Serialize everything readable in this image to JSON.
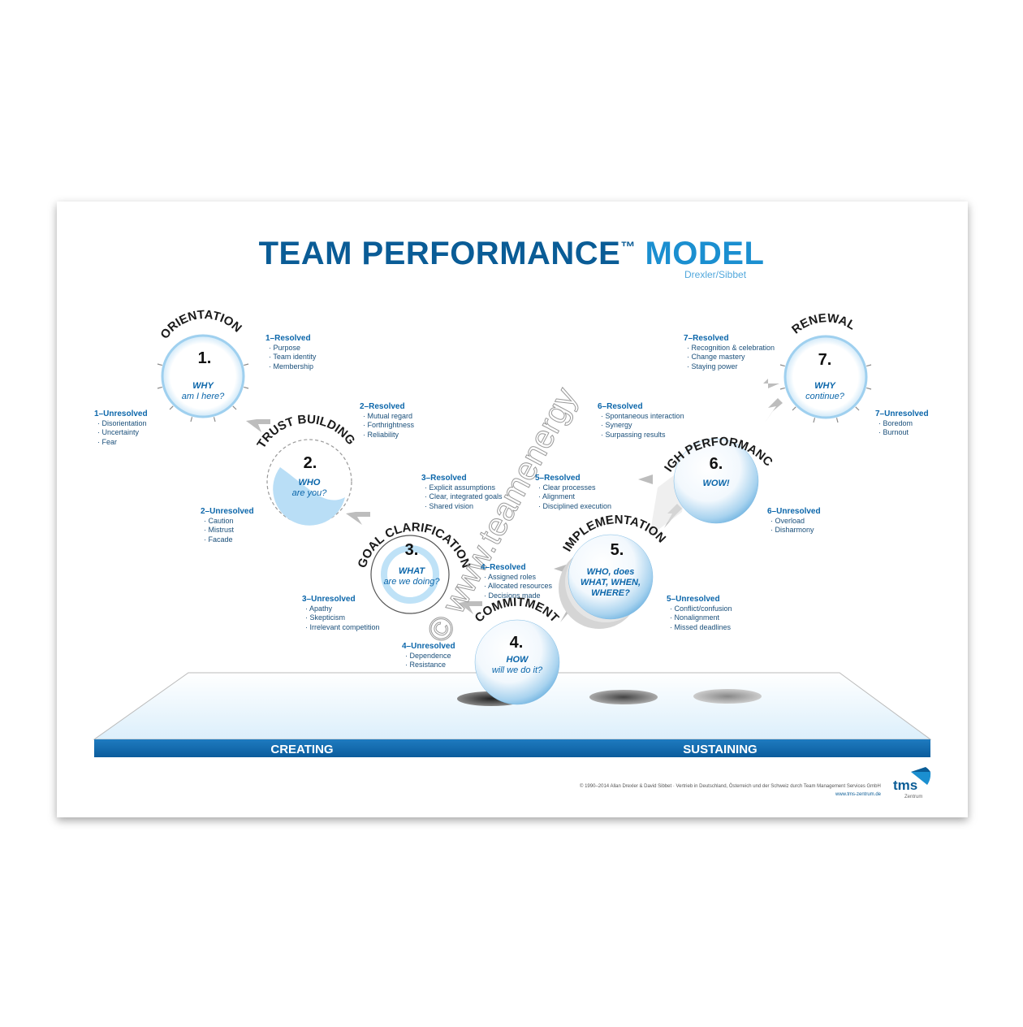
{
  "title": {
    "part1": "TEAM PERFORMANCE",
    "tm": "™",
    "part2": "MODEL",
    "authors": "Drexler/Sibbet"
  },
  "colors": {
    "dark_blue": "#0a5c96",
    "light_blue": "#1b8fd0",
    "band": "#0f68ad"
  },
  "stages": [
    {
      "num": "1.",
      "name": "ORIENTATION",
      "q1": "WHY",
      "q2": "am I here?"
    },
    {
      "num": "2.",
      "name": "TRUST BUILDING",
      "q1": "WHO",
      "q2": "are you?"
    },
    {
      "num": "3.",
      "name": "GOAL CLARIFICATION",
      "q1": "WHAT",
      "q2": "are we doing?"
    },
    {
      "num": "4.",
      "name": "COMMITMENT",
      "q1": "HOW",
      "q2": "will we do it?"
    },
    {
      "num": "5.",
      "name": "IMPLEMENTATION",
      "q1": "WHO, does",
      "q2": "WHAT, WHEN,",
      "q3": "WHERE?"
    },
    {
      "num": "6.",
      "name": "HIGH PERFORMANCE",
      "q1": "WOW!"
    },
    {
      "num": "7.",
      "name": "RENEWAL",
      "q1": "WHY",
      "q2": "continue?"
    }
  ],
  "labels": {
    "r1": {
      "head": "1–Resolved",
      "items": [
        "· Purpose",
        "· Team identity",
        "· Membership"
      ]
    },
    "u1": {
      "head": "1–Unresolved",
      "items": [
        "· Disorientation",
        "· Uncertainty",
        "· Fear"
      ]
    },
    "r2": {
      "head": "2–Resolved",
      "items": [
        "· Mutual regard",
        "· Forthrightness",
        "· Reliability"
      ]
    },
    "u2": {
      "head": "2–Unresolved",
      "items": [
        "· Caution",
        "· Mistrust",
        "· Facade"
      ]
    },
    "r3": {
      "head": "3–Resolved",
      "items": [
        "· Explicit assumptions",
        "· Clear, integrated goals",
        "· Shared vision"
      ]
    },
    "u3": {
      "head": "3–Unresolved",
      "items": [
        "· Apathy",
        "· Skepticism",
        "· Irrelevant competition"
      ]
    },
    "r4": {
      "head": "4–Resolved",
      "items": [
        "· Assigned roles",
        "· Allocated resources",
        "· Decisions made"
      ]
    },
    "u4": {
      "head": "4–Unresolved",
      "items": [
        "· Dependence",
        "· Resistance"
      ]
    },
    "r5": {
      "head": "5–Resolved",
      "items": [
        "· Clear processes",
        "· Alignment",
        "· Disciplined execution"
      ]
    },
    "u5": {
      "head": "5–Unresolved",
      "items": [
        "· Conflict/confusion",
        "· Nonalignment",
        "· Missed deadlines"
      ]
    },
    "r6": {
      "head": "6–Resolved",
      "items": [
        "· Spontaneous interaction",
        "· Synergy",
        "· Surpassing results"
      ]
    },
    "u6": {
      "head": "6–Unresolved",
      "items": [
        "· Overload",
        "· Disharmony"
      ]
    },
    "r7": {
      "head": "7–Resolved",
      "items": [
        "· Recognition & celebration",
        "· Change mastery",
        "· Staying power"
      ]
    },
    "u7": {
      "head": "7–Unresolved",
      "items": [
        "· Boredom",
        "· Burnout"
      ]
    }
  },
  "band": {
    "left": "CREATING",
    "right": "SUSTAINING"
  },
  "watermark": "© www.teamenergy",
  "footer": {
    "copyright": "© 1990–2014 Allan Drexler & David Sibbet · Vertrieb in Deutschland, Österreich und der Schweiz durch Team Management Services GmbH",
    "url": "www.tms-zentrum.de",
    "logo": "tms",
    "logo_sub": "Zentrum"
  }
}
